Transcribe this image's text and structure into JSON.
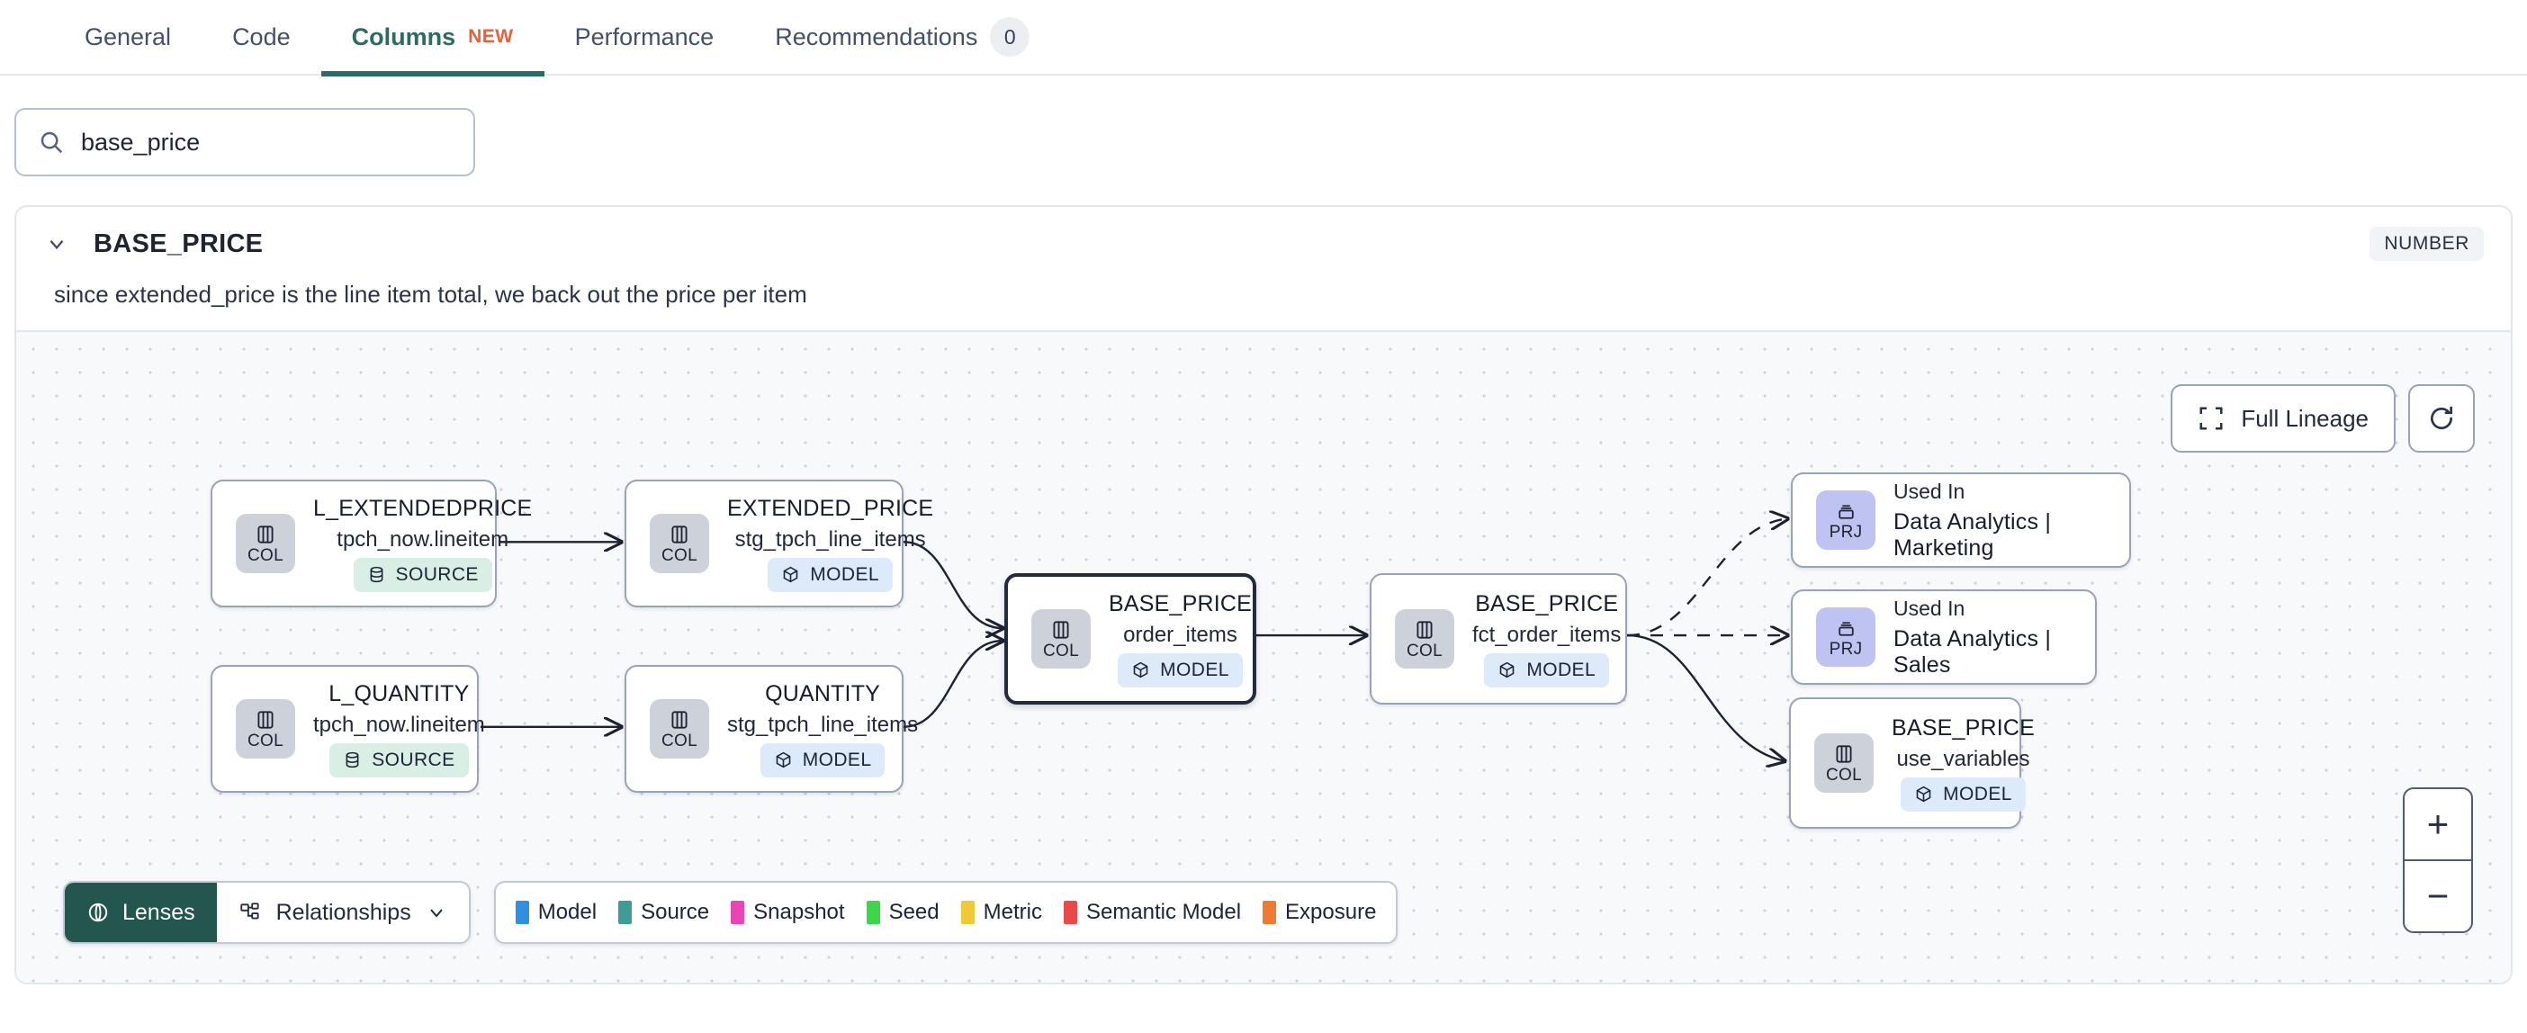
{
  "tabs": [
    {
      "label": "General",
      "active": false,
      "new": null,
      "count": null
    },
    {
      "label": "Code",
      "active": false,
      "new": null,
      "count": null
    },
    {
      "label": "Columns",
      "active": true,
      "new": "NEW",
      "count": null
    },
    {
      "label": "Performance",
      "active": false,
      "new": null,
      "count": null
    },
    {
      "label": "Recommendations",
      "active": false,
      "new": null,
      "count": "0"
    }
  ],
  "search": {
    "value": "base_price",
    "placeholder": "Search columns",
    "icon": "search-icon"
  },
  "column": {
    "name": "BASE_PRICE",
    "type_badge": "NUMBER",
    "description": "since extended_price is the line item total, we back out the price per item",
    "expanded": true
  },
  "canvas": {
    "full_lineage_label": "Full Lineage",
    "refresh_icon": "refresh-icon",
    "zoom_in": "+",
    "zoom_out": "−"
  },
  "nodes": [
    {
      "id": "l_extendedprice",
      "chip": "COL",
      "chip_kind": "col",
      "title": "L_EXTENDEDPRICE",
      "sub": "tpch_now.lineitem",
      "badge": "SOURCE",
      "badge_kind": "source",
      "selected": false
    },
    {
      "id": "l_quantity",
      "chip": "COL",
      "chip_kind": "col",
      "title": "L_QUANTITY",
      "sub": "tpch_now.lineitem",
      "badge": "SOURCE",
      "badge_kind": "source",
      "selected": false
    },
    {
      "id": "extended_price",
      "chip": "COL",
      "chip_kind": "col",
      "title": "EXTENDED_PRICE",
      "sub": "stg_tpch_line_items",
      "badge": "MODEL",
      "badge_kind": "model",
      "selected": false
    },
    {
      "id": "quantity",
      "chip": "COL",
      "chip_kind": "col",
      "title": "QUANTITY",
      "sub": "stg_tpch_line_items",
      "badge": "MODEL",
      "badge_kind": "model",
      "selected": false
    },
    {
      "id": "base_price_order_items",
      "chip": "COL",
      "chip_kind": "col",
      "title": "BASE_PRICE",
      "sub": "order_items",
      "badge": "MODEL",
      "badge_kind": "model",
      "selected": true
    },
    {
      "id": "base_price_fct_order_items",
      "chip": "COL",
      "chip_kind": "col",
      "title": "BASE_PRICE",
      "sub": "fct_order_items",
      "badge": "MODEL",
      "badge_kind": "model",
      "selected": false
    },
    {
      "id": "base_price_use_variables",
      "chip": "COL",
      "chip_kind": "col",
      "title": "BASE_PRICE",
      "sub": "use_variables",
      "badge": "MODEL",
      "badge_kind": "model",
      "selected": false
    },
    {
      "id": "prj_marketing",
      "chip": "PRJ",
      "chip_kind": "prj",
      "title": "Used In",
      "sub": "Data Analytics | Marketing",
      "badge": null,
      "badge_kind": null,
      "selected": false
    },
    {
      "id": "prj_sales",
      "chip": "PRJ",
      "chip_kind": "prj",
      "title": "Used In",
      "sub": "Data Analytics | Sales",
      "badge": null,
      "badge_kind": null,
      "selected": false
    }
  ],
  "toolbar": {
    "lenses_label": "Lenses",
    "relationships_label": "Relationships",
    "lenses_icon": "lenses-icon",
    "relationships_icon": "relationships-icon",
    "chevron_icon": "chevron-down-icon"
  },
  "legend": [
    {
      "label": "Model",
      "color": "#2f8fe0"
    },
    {
      "label": "Source",
      "color": "#3f9b95"
    },
    {
      "label": "Snapshot",
      "color": "#e845b5"
    },
    {
      "label": "Seed",
      "color": "#3dd64a"
    },
    {
      "label": "Metric",
      "color": "#efc93a"
    },
    {
      "label": "Semantic Model",
      "color": "#e84a4a"
    },
    {
      "label": "Exposure",
      "color": "#ef7a33"
    }
  ]
}
